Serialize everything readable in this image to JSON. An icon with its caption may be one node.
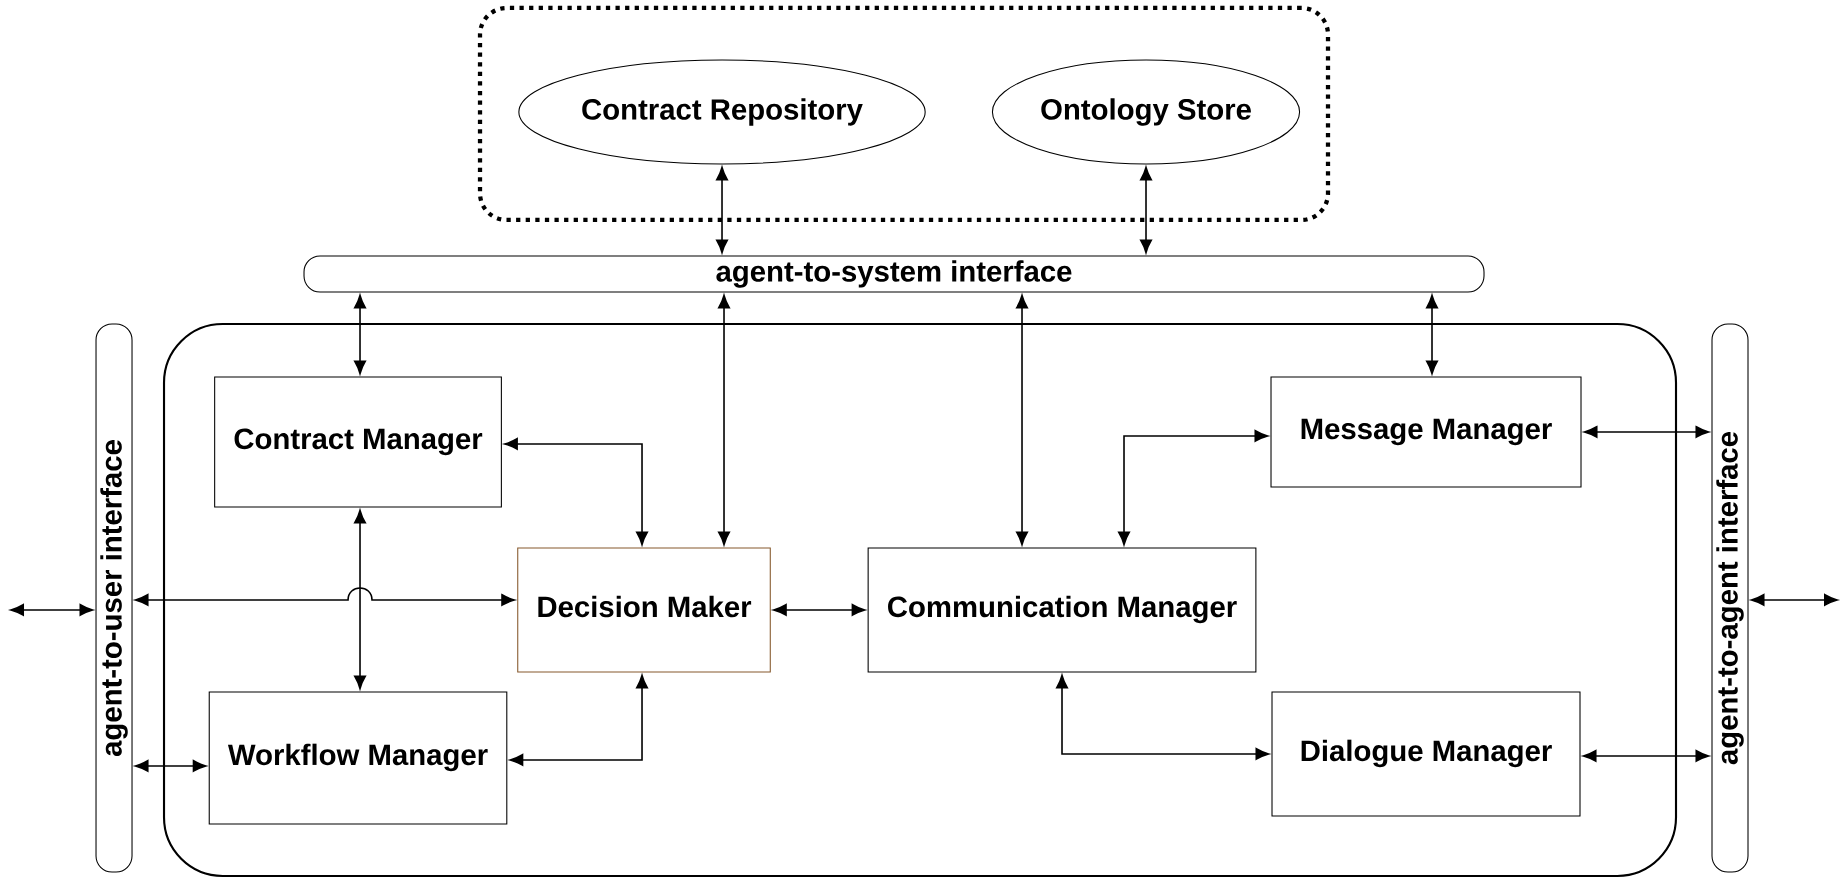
{
  "diagram": {
    "nodes": [
      {
        "text": [],
        "shape": "box"
      },
      {
        "text": [
          "Contract Repository"
        ],
        "in": 0
      },
      {
        "text": [
          "Ontology Store"
        ],
        "in": 0
      },
      {
        "text": [
          "agent-to-system interface"
        ]
      },
      {
        "text": [],
        "shape": "box"
      },
      {
        "text": [
          "agent-to-user interface"
        ]
      },
      {
        "text": [
          "Contract Manager"
        ],
        "in": 4
      },
      {
        "text": [
          "Decision Maker"
        ],
        "in": 4
      },
      {
        "text": [
          "Communication Manager"
        ],
        "in": 4
      },
      {
        "text": [
          "Message Manager"
        ],
        "in": 4
      },
      {
        "text": [
          "Workflow Manager"
        ],
        "in": 4
      },
      {
        "text": [
          "Dialogue Manager"
        ],
        "in": 4
      },
      {
        "text": [
          "agent-to-agent interface"
        ]
      }
    ],
    "edges": [
      {
        "from": 1,
        "to": 3,
        "arrow": "both"
      },
      {
        "from": 2,
        "to": 3,
        "arrow": "both"
      },
      {
        "from": 3,
        "to": 6,
        "arrow": "both"
      },
      {
        "from": 3,
        "to": 7,
        "arrow": "both"
      },
      {
        "from": 3,
        "to": 8,
        "arrow": "both"
      },
      {
        "from": 3,
        "to": 9,
        "arrow": "both"
      },
      {
        "from": 6,
        "to": 7,
        "arrow": "both"
      },
      {
        "from": 6,
        "to": 10,
        "arrow": "both"
      },
      {
        "from": 5,
        "to": 7,
        "arrow": "both"
      },
      {
        "from": 5,
        "to": 10,
        "arrow": "both"
      },
      {
        "from": 10,
        "to": 7,
        "arrow": "both"
      },
      {
        "from": 7,
        "to": 8,
        "arrow": "both"
      },
      {
        "from": 8,
        "to": 9,
        "arrow": "both"
      },
      {
        "from": 8,
        "to": 11,
        "arrow": "both"
      },
      {
        "from": 9,
        "to": 12,
        "arrow": "both"
      },
      {
        "from": 11,
        "to": 12,
        "arrow": "both"
      },
      {
        "from": null,
        "to": 5,
        "arrow": "both"
      },
      {
        "from": 12,
        "to": null,
        "arrow": "both"
      }
    ]
  }
}
